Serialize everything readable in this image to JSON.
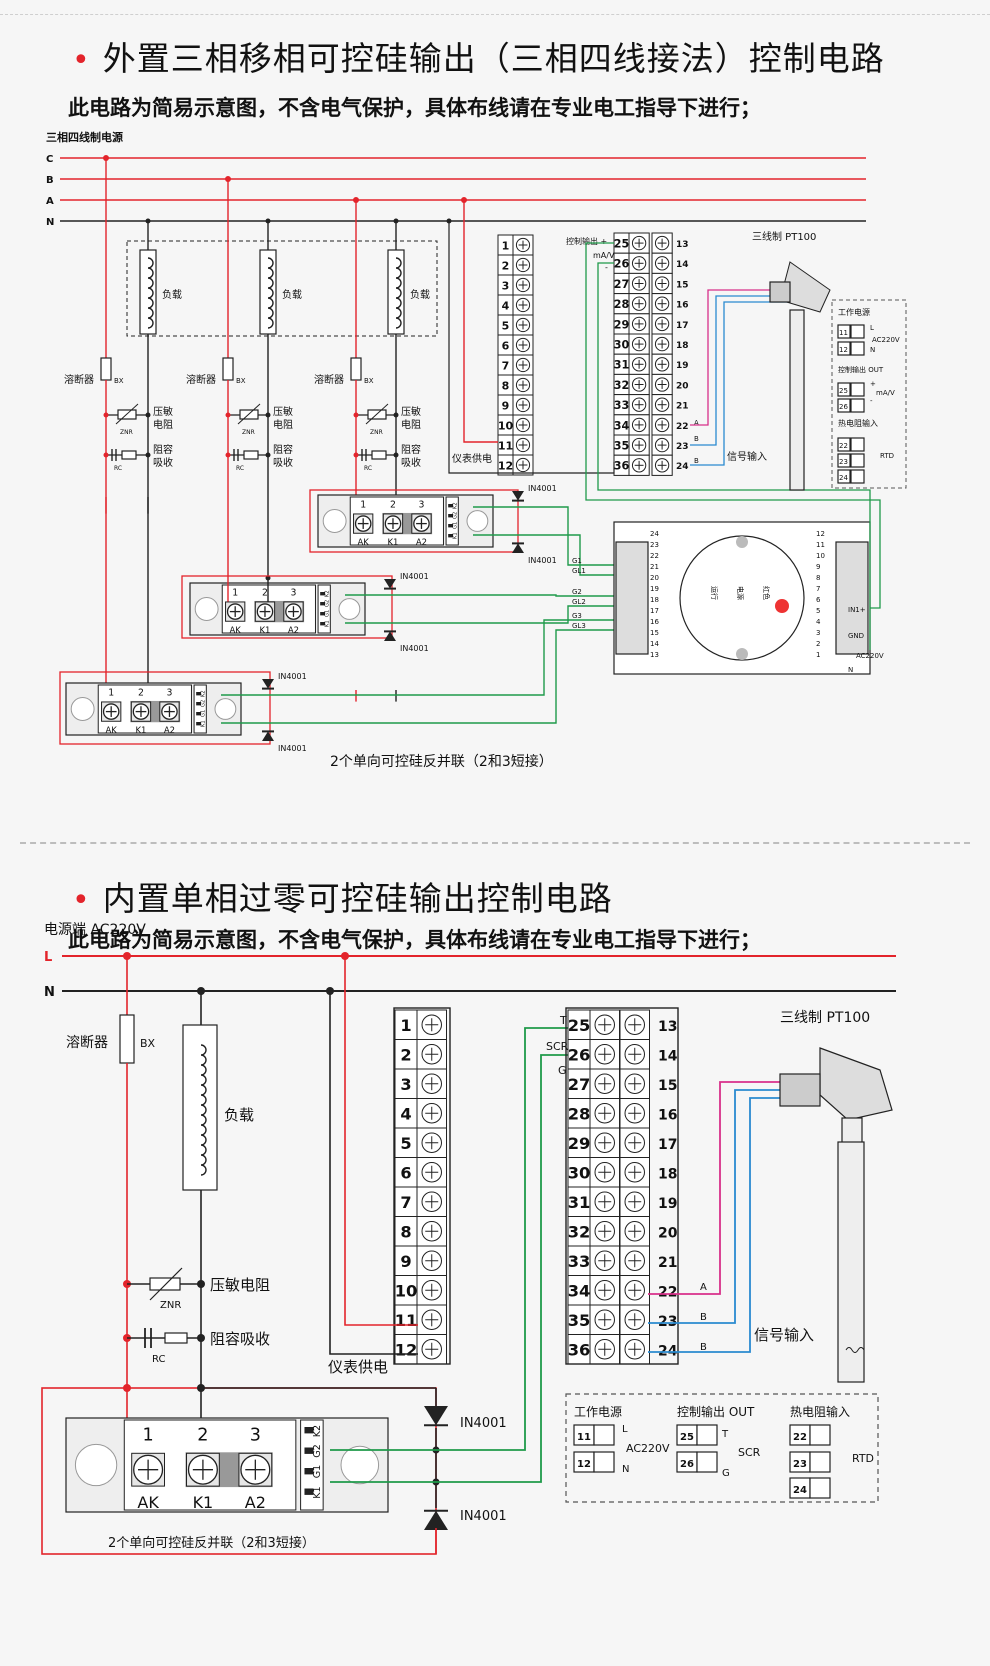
{
  "section1": {
    "title": "外置三相移相可控硅输出（三相四线接法）控制电路",
    "subtitle": "此电路为简易示意图，不含电气保护，具体布线请在专业电工指导下进行；",
    "power_label": "三相四线制电源",
    "phases": [
      "C",
      "B",
      "A",
      "N"
    ],
    "load_label": "负载",
    "fuse_label": "溶断器",
    "fuse_code": "BX",
    "varistor_label": [
      "压敏",
      "电阻"
    ],
    "varistor_code": "ZNR",
    "rc_label": [
      "阻容",
      "吸收"
    ],
    "rc_code": "RC",
    "scr_terminals": [
      "1",
      "2",
      "3"
    ],
    "scr_terminal_names": [
      "AK",
      "K1",
      "A2"
    ],
    "scr_side_labels": [
      "K2",
      "G2",
      "G1",
      "K1"
    ],
    "diode_label": "IN4001",
    "scr_caption": "2个单向可控硅反并联（2和3短接）",
    "instrument_left_terms": [
      "1",
      "2",
      "3",
      "4",
      "5",
      "6",
      "7",
      "8",
      "9",
      "10",
      "11",
      "12"
    ],
    "instrument_mid_terms": [
      "25",
      "26",
      "27",
      "28",
      "29",
      "30",
      "31",
      "32",
      "33",
      "34",
      "35",
      "36"
    ],
    "instrument_right_terms": [
      "13",
      "14",
      "15",
      "16",
      "17",
      "18",
      "19",
      "20",
      "21",
      "22",
      "23",
      "24"
    ],
    "control_out_label": "控制输出 +",
    "ma_label": "mA/V",
    "minus": "-",
    "supply_label": "仪表供电",
    "signal_label": "信号输入",
    "abb_labels": [
      "A",
      "B",
      "B"
    ],
    "pt100_label": "三线制 PT100",
    "legend": {
      "work_power": "工作电源",
      "ctrl_out": "控制输出 OUT",
      "rtd_in": "热电阻输入",
      "ac": "AC220V",
      "L": "L",
      "N": "N",
      "plus": "+",
      "minus": "-",
      "ma": "mA/V",
      "rtd": "RTD",
      "terms": [
        "11",
        "12",
        "25",
        "26",
        "22",
        "23",
        "24"
      ]
    },
    "module": {
      "left_terms": [
        "24",
        "23",
        "22",
        "21",
        "20",
        "19",
        "18",
        "17",
        "16",
        "15",
        "14",
        "13"
      ],
      "right_terms": [
        "12",
        "11",
        "10",
        "9",
        "8",
        "7",
        "6",
        "5",
        "4",
        "3",
        "2",
        "1"
      ],
      "gate_labels": [
        "G1",
        "GL1",
        "G2",
        "GL2",
        "G3",
        "GL3"
      ],
      "right_labels": [
        "IN1+",
        "GND",
        "AC220V",
        "N"
      ],
      "knob_labels": [
        "运行",
        "电源",
        "红色"
      ]
    }
  },
  "section2": {
    "title": "内置单相过零可控硅输出控制电路",
    "subtitle": "此电路为简易示意图，不含电气保护，具体布线请在专业电工指导下进行；",
    "power_label": "电源端  AC220V",
    "lines": [
      "L",
      "N"
    ],
    "fuse_label": "溶断器",
    "fuse_code": "BX",
    "load_label": "负载",
    "varistor_label": "压敏电阻",
    "varistor_code": "ZNR",
    "rc_label": "阻容吸收",
    "rc_code": "RC",
    "supply_label": "仪表供电",
    "left_terms": [
      "1",
      "2",
      "3",
      "4",
      "5",
      "6",
      "7",
      "8",
      "9",
      "10",
      "11",
      "12"
    ],
    "mid_terms": [
      "25",
      "26",
      "27",
      "28",
      "29",
      "30",
      "31",
      "32",
      "33",
      "34",
      "35",
      "36"
    ],
    "right_terms": [
      "13",
      "14",
      "15",
      "16",
      "17",
      "18",
      "19",
      "20",
      "21",
      "22",
      "23",
      "24"
    ],
    "t_labels": [
      "T",
      "SCR",
      "G"
    ],
    "abb_labels": [
      "A",
      "B",
      "B"
    ],
    "signal_label": "信号输入",
    "pt100_label": "三线制 PT100",
    "diode_label": "IN4001",
    "scr_terminals": [
      "1",
      "2",
      "3"
    ],
    "scr_terminal_names": [
      "AK",
      "K1",
      "A2"
    ],
    "scr_side_labels": [
      "K2",
      "G2",
      "G1",
      "K1"
    ],
    "scr_caption": "2个单向可控硅反并联（2和3短接）",
    "legend": {
      "work_power": "工作电源",
      "ctrl_out": "控制输出 OUT",
      "rtd_in": "热电阻输入",
      "ac": "AC220V",
      "L": "L",
      "N": "N",
      "T": "T",
      "G": "G",
      "scr": "SCR",
      "rtd": "RTD",
      "terms": [
        "11",
        "12",
        "25",
        "26",
        "22",
        "23",
        "24"
      ]
    }
  }
}
